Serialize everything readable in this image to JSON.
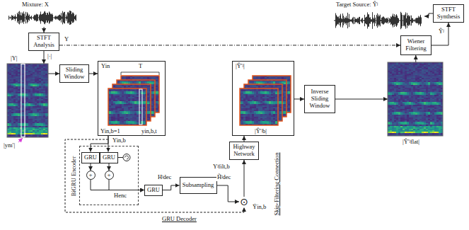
{
  "diagram": {
    "nodes": [
      {
        "text": [
          "Mixture: X"
        ]
      },
      {
        "text": [
          "STFT Analysis"
        ]
      },
      {
        "text": [
          "|Y|"
        ]
      },
      {
        "text": [
          "Sliding Window"
        ]
      },
      {
        "text": [
          "Yin",
          "T",
          "yin,b,t",
          "Yin,b=1"
        ]
      },
      {
        "text": [
          "BiGRU Encoder"
        ]
      },
      {
        "text": [
          "GRU"
        ],
        "in": 5
      },
      {
        "text": [
          "GRU"
        ],
        "in": 5
      },
      {
        "text": [
          "+"
        ],
        "in": 5
      },
      {
        "text": [
          "+"
        ],
        "in": 5
      },
      {
        "text": [
          "GRU"
        ]
      },
      {
        "text": [
          "Subsampling"
        ]
      },
      {
        "text": [
          "⊙"
        ]
      },
      {
        "text": [
          "Highway Network"
        ]
      },
      {
        "text": [
          "|Ŷ′ʲ|",
          "|Ŷ′ʲb|"
        ]
      },
      {
        "text": [
          "Inverse Sliding Window"
        ]
      },
      {
        "text": [
          "|Ŷ′ʲflat|"
        ]
      },
      {
        "text": [
          "Wiener Filtering"
        ]
      },
      {
        "text": [
          "STFT Synthesis"
        ]
      },
      {
        "text": [
          "Target Source: Ŷʲ"
        ]
      }
    ],
    "edges": [
      {
        "from": 0,
        "to": 1,
        "arrow": "to"
      },
      {
        "from": 1,
        "to": 2,
        "arrow": "to",
        "label": "|·|"
      },
      {
        "from": 1,
        "to": 17,
        "arrow": "to",
        "label": "Y"
      },
      {
        "from": 2,
        "to": 3,
        "arrow": "to"
      },
      {
        "from": 3,
        "to": 4,
        "arrow": "to"
      },
      {
        "from": 4,
        "to": 6,
        "arrow": "to"
      },
      {
        "from": 4,
        "to": 7,
        "arrow": "to",
        "label": "Yin,b"
      },
      {
        "from": 6,
        "to": 8,
        "arrow": "to"
      },
      {
        "from": 7,
        "to": 9,
        "arrow": "to"
      },
      {
        "from": 8,
        "to": 10,
        "arrow": "to"
      },
      {
        "from": 9,
        "to": 10,
        "arrow": "to"
      },
      {
        "from": 10,
        "to": 11,
        "arrow": "to",
        "label": "Hʲdec"
      },
      {
        "from": 11,
        "to": 12,
        "arrow": "to",
        "label": "H̃ʲdec"
      },
      {
        "from": 12,
        "to": 13,
        "arrow": "to",
        "label": "Yʲfilt,b"
      },
      {
        "from": 13,
        "to": 14,
        "arrow": "to"
      },
      {
        "from": 14,
        "to": 15,
        "arrow": "to"
      },
      {
        "from": 15,
        "to": 16,
        "arrow": "to"
      },
      {
        "from": 16,
        "to": 17,
        "arrow": "to"
      },
      {
        "from": 17,
        "to": 18,
        "arrow": "to",
        "label": "Ŷʲ"
      },
      {
        "from": 18,
        "to": 19,
        "arrow": "to"
      }
    ],
    "labels": [
      "|ym′|",
      "Henc",
      "Ỹin,b",
      "GRU Decoder",
      "Skip-Filtering Connection"
    ]
  }
}
